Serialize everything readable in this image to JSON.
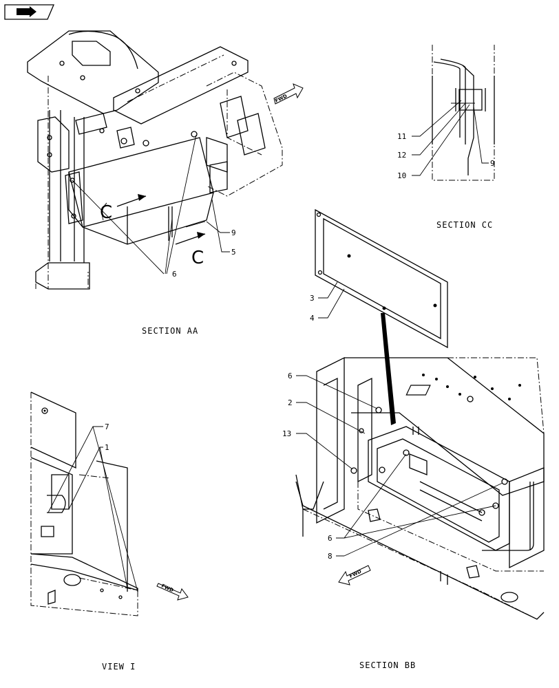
{
  "header": {
    "icon": "next-page-arrow-icon"
  },
  "callouts": {
    "n1": "1",
    "n2": "2",
    "n3": "3",
    "n4": "4",
    "n5": "5",
    "n6": "6",
    "n7": "7",
    "n8": "8",
    "n9": "9",
    "n10": "10",
    "n11": "11",
    "n12": "12",
    "n13": "13"
  },
  "section_marks": {
    "c": "C"
  },
  "fwd": "FWD",
  "captions": {
    "section_aa": "SECTION AA",
    "section_cc": "SECTION CC",
    "view_i": "VIEW I",
    "section_bb": "SECTION BB"
  }
}
